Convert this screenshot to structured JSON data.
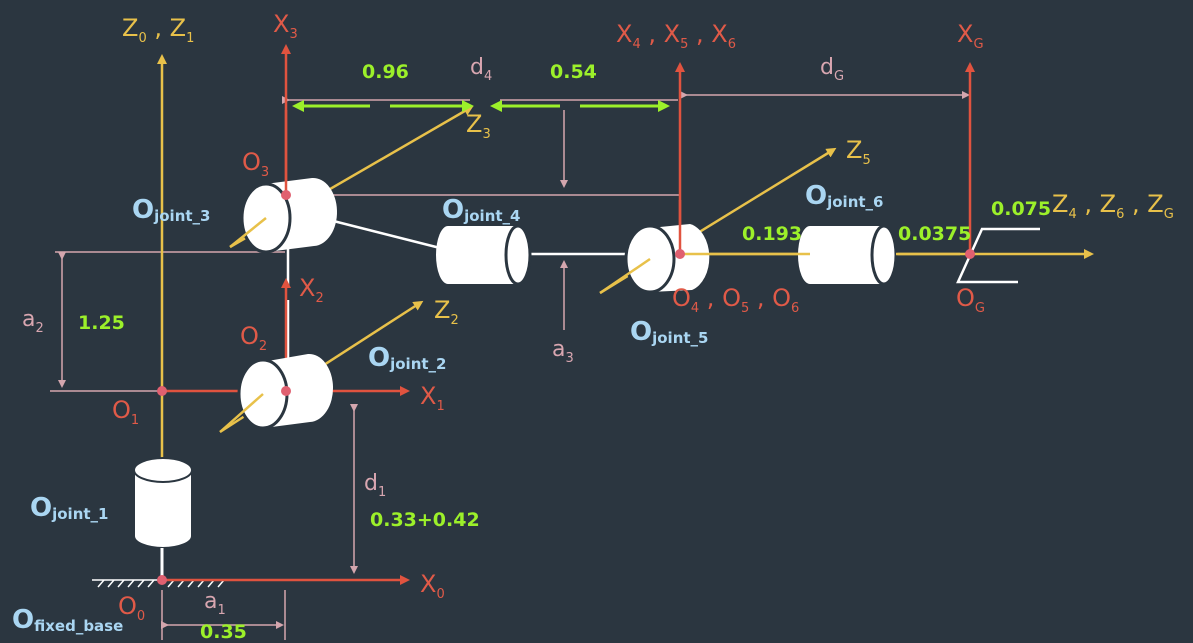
{
  "colors": {
    "background": "#2b3640",
    "x_axis": "#e0533f",
    "z_axis": "#e8c14a",
    "dimension_line": "#d4a6ae",
    "value_text": "#9cf02a",
    "joint_label": "#aad6f2",
    "joint_body": "#ffffff"
  },
  "axis_labels": {
    "z0z1": {
      "main": "Z",
      "s1": "0",
      "sep": " , ",
      "main2": "Z",
      "s2": "1"
    },
    "x3": {
      "main": "X",
      "sub": "3"
    },
    "x456": {
      "a": "X",
      "as": "4",
      "b": "X",
      "bs": "5",
      "c": "X",
      "cs": "6"
    },
    "xg": {
      "main": "X",
      "sub": "G"
    },
    "z3": {
      "main": "Z",
      "sub": "3"
    },
    "z5": {
      "main": "Z",
      "sub": "5"
    },
    "z46g": {
      "a": "Z",
      "as": "4",
      "b": "Z",
      "bs": "6",
      "c": "Z",
      "cs": "G"
    },
    "x2": {
      "main": "X",
      "sub": "2"
    },
    "z2": {
      "main": "Z",
      "sub": "2"
    },
    "x1": {
      "main": "X",
      "sub": "1"
    },
    "x0": {
      "main": "X",
      "sub": "0"
    }
  },
  "origin_labels": {
    "o3": {
      "main": "O",
      "sub": "3"
    },
    "o2": {
      "main": "O",
      "sub": "2"
    },
    "o1": {
      "main": "O",
      "sub": "1"
    },
    "o0": {
      "main": "O",
      "sub": "0"
    },
    "o456": {
      "a": "O",
      "as": "4",
      "b": "O",
      "bs": "5",
      "c": "O",
      "cs": "6"
    },
    "og": {
      "main": "O",
      "sub": "G"
    }
  },
  "params": {
    "d4": {
      "main": "d",
      "sub": "4"
    },
    "dg": {
      "main": "d",
      "sub": "G"
    },
    "a2": {
      "main": "a",
      "sub": "2"
    },
    "a3": {
      "main": "a",
      "sub": "3"
    },
    "d1": {
      "main": "d",
      "sub": "1"
    },
    "a1": {
      "main": "a",
      "sub": "1"
    }
  },
  "values": {
    "v096": "0.96",
    "v054": "0.54",
    "v125": "1.25",
    "v0193": "0.193",
    "v00375": "0.0375",
    "v0075": "0.075",
    "v033042": "0.33+0.42",
    "v035": "0.35"
  },
  "joints": {
    "j1": {
      "main": "O",
      "sub": "joint_1"
    },
    "j2": {
      "main": "O",
      "sub": "joint_2"
    },
    "j3": {
      "main": "O",
      "sub": "joint_3"
    },
    "j4": {
      "main": "O",
      "sub": "joint_4"
    },
    "j5": {
      "main": "O",
      "sub": "joint_5"
    },
    "j6": {
      "main": "O",
      "sub": "joint_6"
    },
    "base": {
      "main": "O",
      "sub": "fixed_base"
    }
  }
}
